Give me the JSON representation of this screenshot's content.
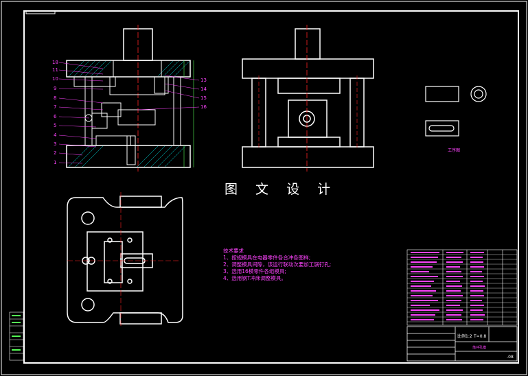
{
  "watermark": "图 文 设 计",
  "part_numbers": [
    "18",
    "11",
    "10",
    "9",
    "8",
    "7",
    "6",
    "5",
    "4",
    "3",
    "2",
    "1"
  ],
  "part_numbers_right": [
    "13",
    "14",
    "15",
    "16"
  ],
  "work_piece_label": "工序图",
  "tech_requirements": {
    "title": "技术要求",
    "items": [
      "1、按规模具在电器零件各合冲各图样;",
      "2、调整模具间隙，该运行联动次要加工锅钉孔;",
      "3、选用16模零件各组模具;",
      "4、选用钢T冲床调整模具。"
    ]
  },
  "title_block": {
    "scale": "比例1:2",
    "thickness": "T=0.8",
    "name": "落冲孔模",
    "sheet": "-08"
  },
  "colors": {
    "line": "#ffffff",
    "label": "#ff44ff",
    "center": "#ff2222",
    "dim": "#55ff55",
    "hatch": "#00e0e0"
  }
}
